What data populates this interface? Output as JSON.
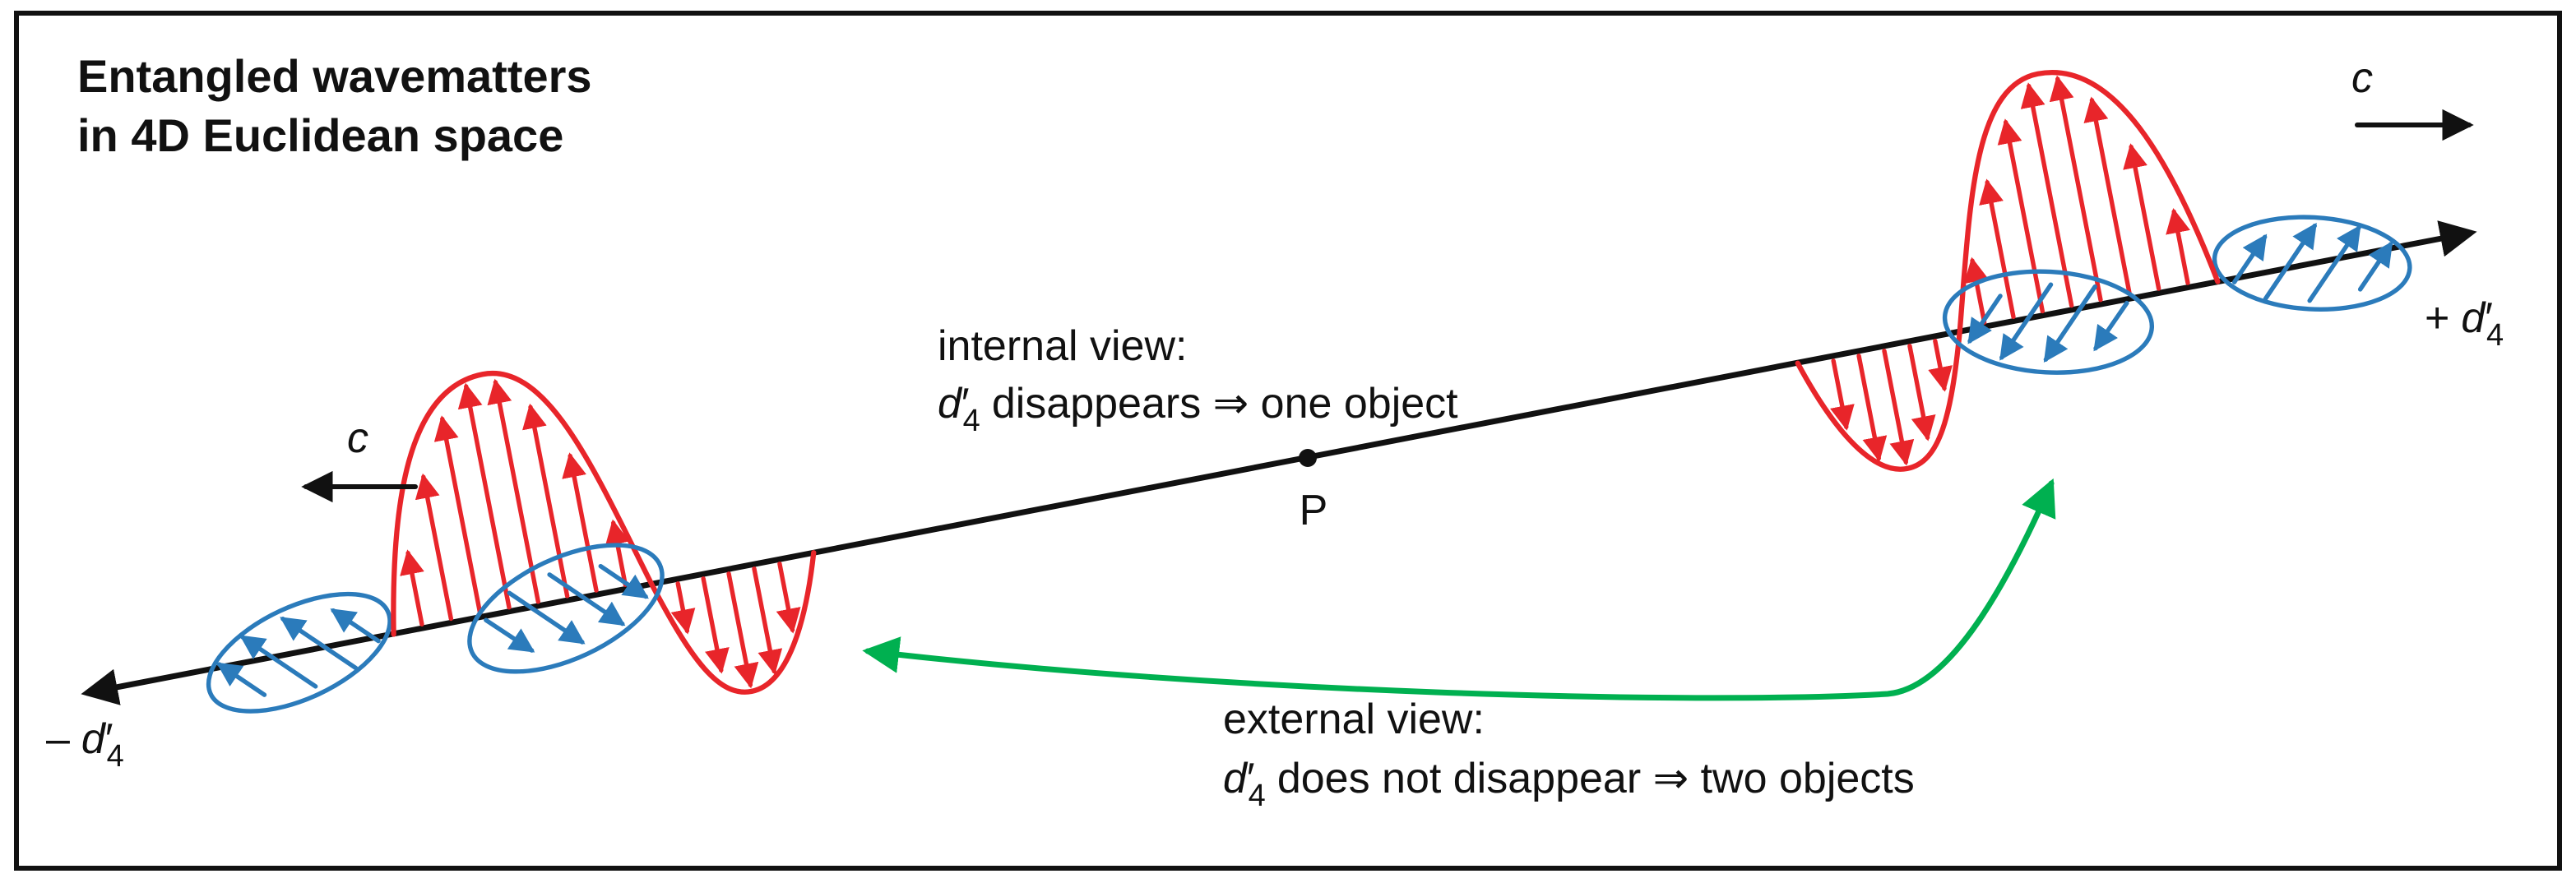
{
  "colors": {
    "ink": "#111111",
    "red": "#e8252a",
    "blue": "#2b7bbb",
    "green": "#00b050",
    "frame": "#111111",
    "background": "#ffffff"
  },
  "title": {
    "line1": "Entangled wavematters",
    "line2": "in 4D Euclidean space"
  },
  "axis": {
    "negative_sign": "–",
    "positive_sign": "+",
    "variable": "d",
    "prime": "′",
    "subscript": "4"
  },
  "point": {
    "label": "P"
  },
  "speed": {
    "left_label": "c",
    "right_label": "c"
  },
  "internal_view": {
    "line1": "internal view:",
    "variable": "d",
    "prime": "′",
    "subscript": "4",
    "line2_rest": "disappears ⇒ one object"
  },
  "external_view": {
    "line1": "external view:",
    "variable": "d",
    "prime": "′",
    "subscript": "4",
    "line2_rest": "does not disappear ⇒ two objects"
  }
}
